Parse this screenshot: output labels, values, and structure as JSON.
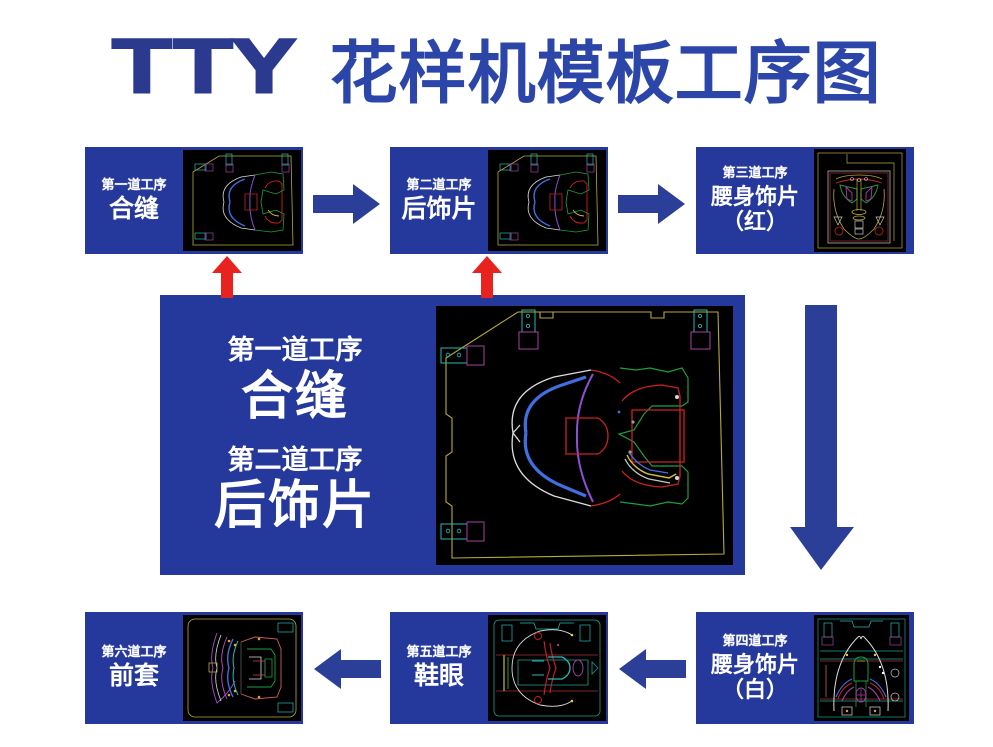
{
  "header": {
    "brand": "TTY",
    "title": "花样机模板工序图"
  },
  "colors": {
    "panel_blue": "#25389c",
    "title_blue": "#2b3a8f",
    "arrow_blue": "#2b3f99",
    "arrow_red": "#e8231f",
    "cad_background": "#000000"
  },
  "processes": [
    {
      "id": "step-1",
      "step_label": "第一道工序",
      "name": "合缝",
      "name_lines": [
        "合缝"
      ],
      "position": "top-left",
      "cad": "sole-pattern-wide"
    },
    {
      "id": "step-2",
      "step_label": "第二道工序",
      "name": "后饰片",
      "name_lines": [
        "后饰片"
      ],
      "position": "top-center",
      "cad": "sole-pattern-wide"
    },
    {
      "id": "step-3",
      "step_label": "第三道工序",
      "name": "腰身饰片（红）",
      "name_lines": [
        "腰身饰片",
        "（红）"
      ],
      "position": "top-right",
      "cad": "vamp-pattern-red"
    },
    {
      "id": "step-4",
      "step_label": "第四道工序",
      "name": "腰身饰片（白）",
      "name_lines": [
        "腰身饰片",
        "（白）"
      ],
      "position": "bottom-right",
      "cad": "vamp-pattern-white"
    },
    {
      "id": "step-5",
      "step_label": "第五道工序",
      "name": "鞋眼",
      "name_lines": [
        "鞋眼"
      ],
      "position": "bottom-center",
      "cad": "eyelet-pattern"
    },
    {
      "id": "step-6",
      "step_label": "第六道工序",
      "name": "前套",
      "name_lines": [
        "前套"
      ],
      "position": "bottom-left",
      "cad": "toe-cap-pattern"
    }
  ],
  "center_panel": {
    "entries": [
      {
        "step_label": "第一道工序",
        "name": "合缝"
      },
      {
        "step_label": "第二道工序",
        "name": "后饰片"
      }
    ],
    "cad": "sole-pattern-large"
  },
  "arrows": [
    {
      "id": "arrow-1-to-2",
      "direction": "right",
      "color": "#2b3f99",
      "from": "第一道工序 合缝",
      "to": "第二道工序 后饰片"
    },
    {
      "id": "arrow-2-to-3",
      "direction": "right",
      "color": "#2b3f99",
      "from": "第二道工序 后饰片",
      "to": "第三道工序 腰身饰片（红）"
    },
    {
      "id": "arrow-center-to-1",
      "direction": "up",
      "color": "#e8231f",
      "from": "中央面板",
      "to": "第一道工序 合缝"
    },
    {
      "id": "arrow-center-to-2",
      "direction": "up",
      "color": "#e8231f",
      "from": "中央面板",
      "to": "第二道工序 后饰片"
    },
    {
      "id": "arrow-3-to-4",
      "direction": "down",
      "color": "#2b3f99",
      "from": "第三道工序 腰身饰片（红）",
      "to": "第四道工序 腰身饰片（白）"
    },
    {
      "id": "arrow-4-to-5",
      "direction": "left",
      "color": "#2b3f99",
      "from": "第四道工序 腰身饰片（白）",
      "to": "第五道工序 鞋眼"
    },
    {
      "id": "arrow-5-to-6",
      "direction": "left",
      "color": "#2b3f99",
      "from": "第五道工序 鞋眼",
      "to": "第六道工序 前套"
    }
  ]
}
